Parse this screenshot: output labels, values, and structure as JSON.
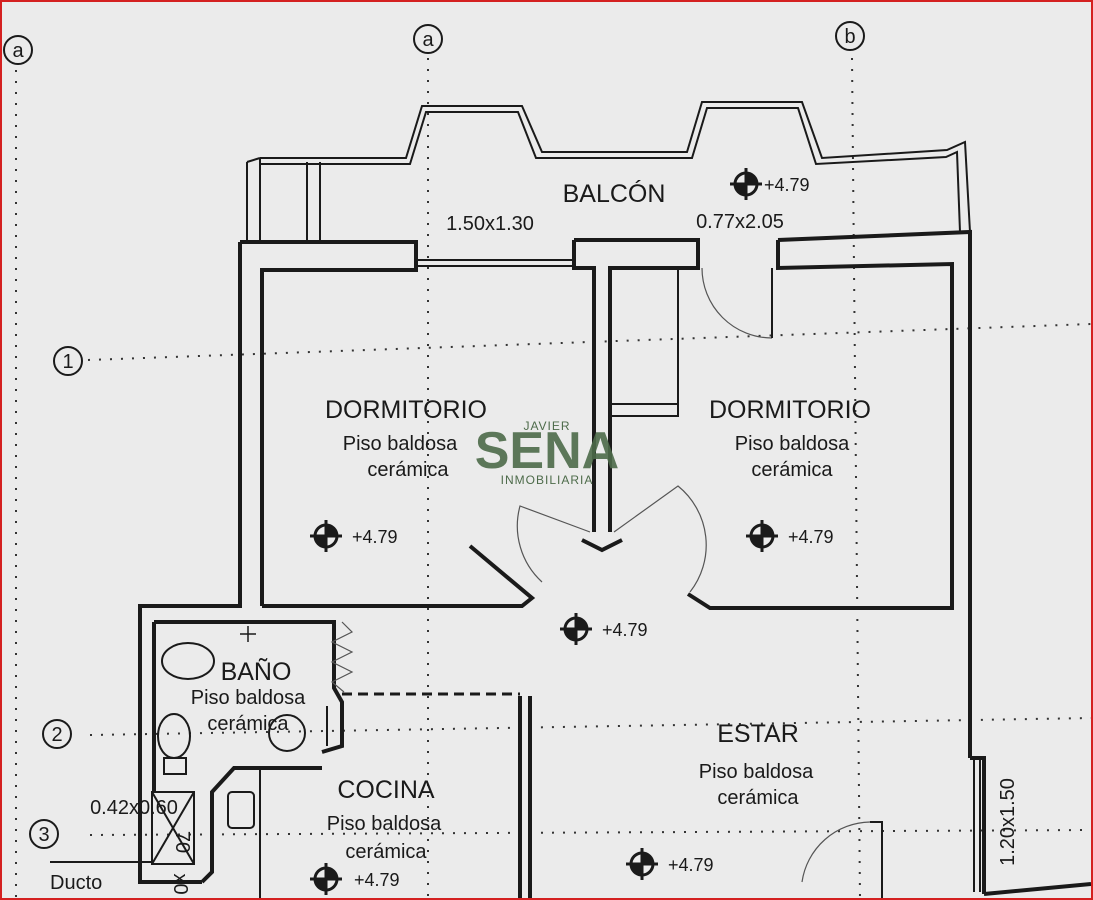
{
  "axes": {
    "columns": [
      {
        "id": "col-a-left",
        "label": "a"
      },
      {
        "id": "col-a",
        "label": "a"
      },
      {
        "id": "col-b",
        "label": "b"
      }
    ],
    "rows": [
      {
        "id": "row-1",
        "label": "1"
      },
      {
        "id": "row-2",
        "label": "2"
      },
      {
        "id": "row-3",
        "label": "3"
      }
    ]
  },
  "rooms": {
    "balcon": {
      "name": "BALCÓN"
    },
    "dormitorio_left": {
      "name": "DORMITORIO",
      "floor1": "Piso baldosa",
      "floor2": "cerámica"
    },
    "dormitorio_right": {
      "name": "DORMITORIO",
      "floor1": "Piso baldosa",
      "floor2": "cerámica"
    },
    "bano": {
      "name": "BAÑO",
      "floor1": "Piso baldosa",
      "floor2": "cerámica"
    },
    "cocina": {
      "name": "COCINA",
      "floor1": "Piso baldosa",
      "floor2": "cerámica"
    },
    "estar": {
      "name": "ESTAR",
      "floor1": "Piso baldosa",
      "floor2": "cerámica"
    }
  },
  "levels": {
    "balcon": "+4.79",
    "dormitorio_left": "+4.79",
    "dormitorio_right": "+4.79",
    "hall": "+4.79",
    "estar": "+4.79",
    "cocina": "+4.79"
  },
  "dimensions": {
    "window_left": "1.50x1.30",
    "door_balcony": "0.77x2.05",
    "window_right": "1.20x1.50",
    "ducto_size": "0.42x0.60",
    "ducto_side": "70",
    "ducto_label": "Ducto",
    "ducto_small": "x0"
  },
  "watermark": {
    "top": "JAVIER",
    "main": "SENA",
    "bottom": "INMOBILIARIA"
  },
  "colors": {
    "frame": "#d42020",
    "paper": "#ebebeb",
    "ink": "#1a1a1a",
    "watermark": "#4d6b4a"
  }
}
